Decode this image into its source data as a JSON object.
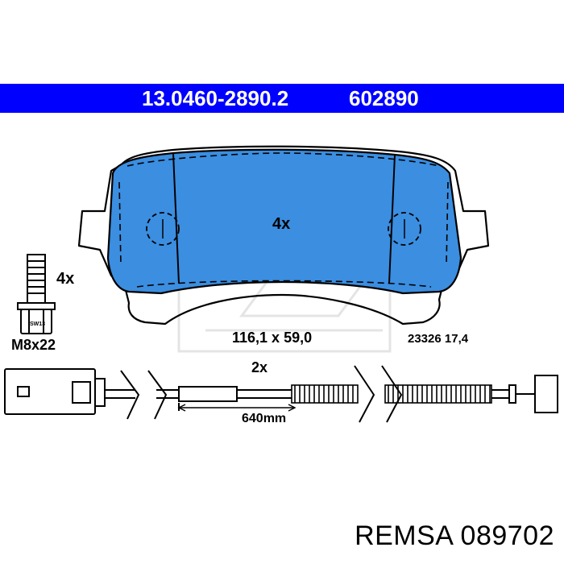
{
  "header": {
    "part_number": "13.0460-2890.2",
    "ref_number": "602890"
  },
  "pad": {
    "quantity": "4x",
    "dimensions": "116,1 x 59,0",
    "spec": "23326 17,4",
    "color": "#3b8ee0"
  },
  "bolt": {
    "quantity": "4x",
    "size": "M8x22",
    "head_mark": "SW13"
  },
  "sensor": {
    "quantity": "2x",
    "length": "640mm"
  },
  "footer": {
    "label": "REMSA 089702"
  },
  "colors": {
    "header_bar": "#0000ff",
    "pad_fill": "#3b8ee0"
  }
}
